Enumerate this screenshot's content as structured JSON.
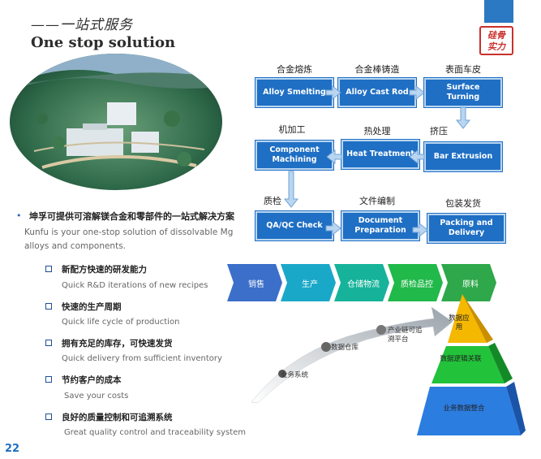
{
  "header": {
    "title_cn": "——一站式服务",
    "title_en": "One stop solution",
    "stamp_line1": "硅骨",
    "stamp_line2": "实力"
  },
  "process": {
    "steps": [
      {
        "cn": "合金熔炼",
        "en": "Alloy Smelting"
      },
      {
        "cn": "合金棒铸造",
        "en": "Alloy Cast Rod"
      },
      {
        "cn": "表面车皮",
        "en": "Surface Turning"
      },
      {
        "cn": "挤压",
        "en": "Bar Extrusion"
      },
      {
        "cn": "热处理",
        "en": "Heat Treatment"
      },
      {
        "cn": "机加工",
        "en": "Component Machining"
      },
      {
        "cn": "质检",
        "en": "QA/QC Check"
      },
      {
        "cn": "文件编制",
        "en": "Document Preparation"
      },
      {
        "cn": "包装发货",
        "en": "Packing and Delivery"
      }
    ]
  },
  "intro": {
    "bullet": "•",
    "cn": "坤孚可提供可溶解镁合金和零部件的一站式解决方案",
    "en": "Kunfu is your one-stop solution of dissolvable Mg alloys and components."
  },
  "features": [
    {
      "cn": "新配方快速的研发能力",
      "en": "Quick R&D iterations of new recipes"
    },
    {
      "cn": "快速的生产周期",
      "en": "Quick life cycle of production"
    },
    {
      "cn": "拥有充足的库存，可快速发货",
      "en": "Quick delivery from sufficient inventory"
    },
    {
      "cn": "节约客户的成本",
      "en": "Save your costs"
    },
    {
      "cn": "良好的质量控制和可追溯系统",
      "en": "Great quality control and traceability system"
    }
  ],
  "chain": [
    "销售",
    "生产",
    "仓储物流",
    "质检品控",
    "原料"
  ],
  "chain_colors": [
    "#3b6fc9",
    "#1aa8c8",
    "#16b39a",
    "#21b94a",
    "#2ea84a"
  ],
  "flow_labels": [
    "业务系统",
    "数据仓库",
    "产业链可追溯平台"
  ],
  "pyramid": [
    "数据应用",
    "数据逻辑关联",
    "业务数据整合"
  ],
  "page_number": "22"
}
